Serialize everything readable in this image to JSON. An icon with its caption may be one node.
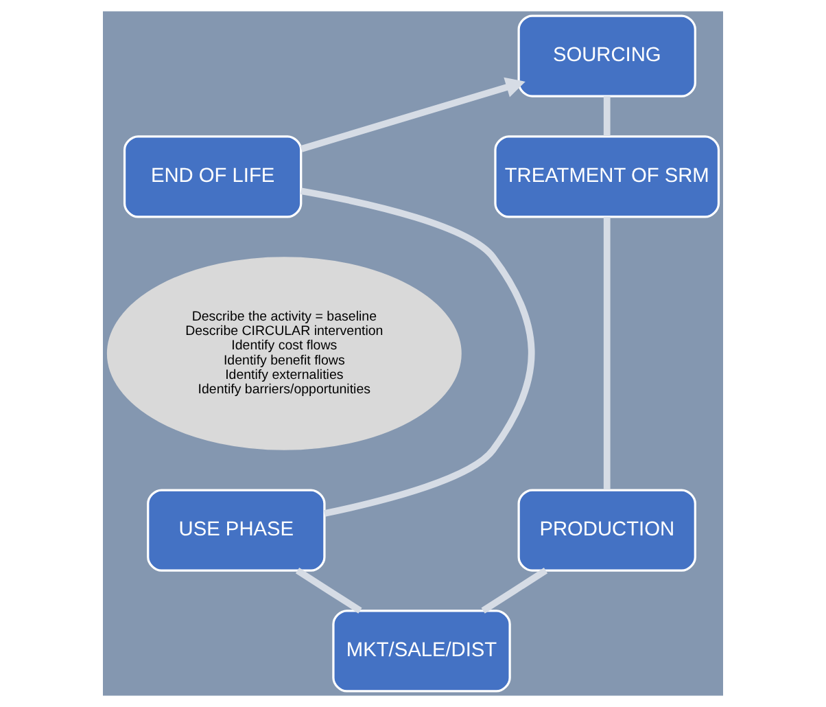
{
  "diagram": {
    "nodes": [
      {
        "text": [
          "SOURCING"
        ]
      },
      {
        "text": [
          "TREATMENT OF SRM"
        ]
      },
      {
        "text": [
          "PRODUCTION"
        ]
      },
      {
        "text": [
          "MKT/SALE/DIST"
        ]
      },
      {
        "text": [
          "USE PHASE"
        ]
      },
      {
        "text": [
          "END OF LIFE"
        ]
      },
      {
        "text": [
          "Describe the activity = baseline",
          "Describe CIRCULAR intervention",
          "Identify cost flows",
          "Identify benefit flows",
          "Identify externalities",
          "Identify barriers/opportunities"
        ]
      }
    ],
    "edges": [
      {
        "from": 0,
        "to": 1,
        "arrow": "none"
      },
      {
        "from": 1,
        "to": 2,
        "arrow": "none"
      },
      {
        "from": 2,
        "to": 3,
        "arrow": "none"
      },
      {
        "from": 3,
        "to": 4,
        "arrow": "none"
      },
      {
        "from": 4,
        "to": 5,
        "arrow": "none"
      },
      {
        "from": 5,
        "to": 0,
        "arrow": "to"
      }
    ]
  }
}
